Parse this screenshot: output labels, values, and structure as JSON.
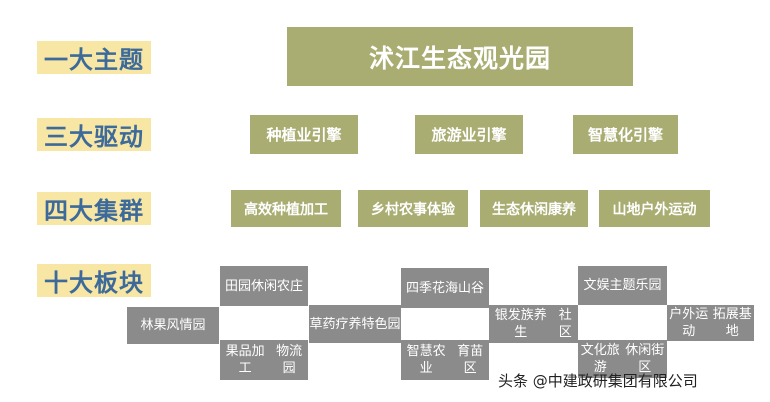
{
  "levels": [
    "一大主题",
    "三大驱动",
    "四大集群",
    "十大板块"
  ],
  "theme": "沭江生态观光园",
  "drivers": [
    "种植业引擎",
    "旅游业引擎",
    "智慧化引擎"
  ],
  "clusters": [
    "高效种植加工",
    "乡村农事体验",
    "生态休闲康养",
    "山地户外运动"
  ],
  "blocks": [
    {
      "line1": "林果风情园",
      "line2": ""
    },
    {
      "line1": "田园休闲",
      "line2": "农庄"
    },
    {
      "line1": "果品加工",
      "line2": "物流园"
    },
    {
      "line1": "草药疗养",
      "line2": "特色园"
    },
    {
      "line1": "四季花海",
      "line2": "山谷"
    },
    {
      "line1": "智慧农业",
      "line2": "育苗区"
    },
    {
      "line1": "银发族养生",
      "line2": "社区"
    },
    {
      "line1": "文娱主题",
      "line2": "乐园"
    },
    {
      "line1": "文化旅游",
      "line2": "休闲街区"
    },
    {
      "line1": "户外运动",
      "line2": "拓展基地"
    }
  ],
  "watermark": "头条 @中建政研集团有限公司",
  "colors": {
    "olive": "#a9ad72",
    "gray": "#8b8b8b",
    "tag_bg": "#f8e6a4",
    "tag_text": "#3c6a9a"
  }
}
